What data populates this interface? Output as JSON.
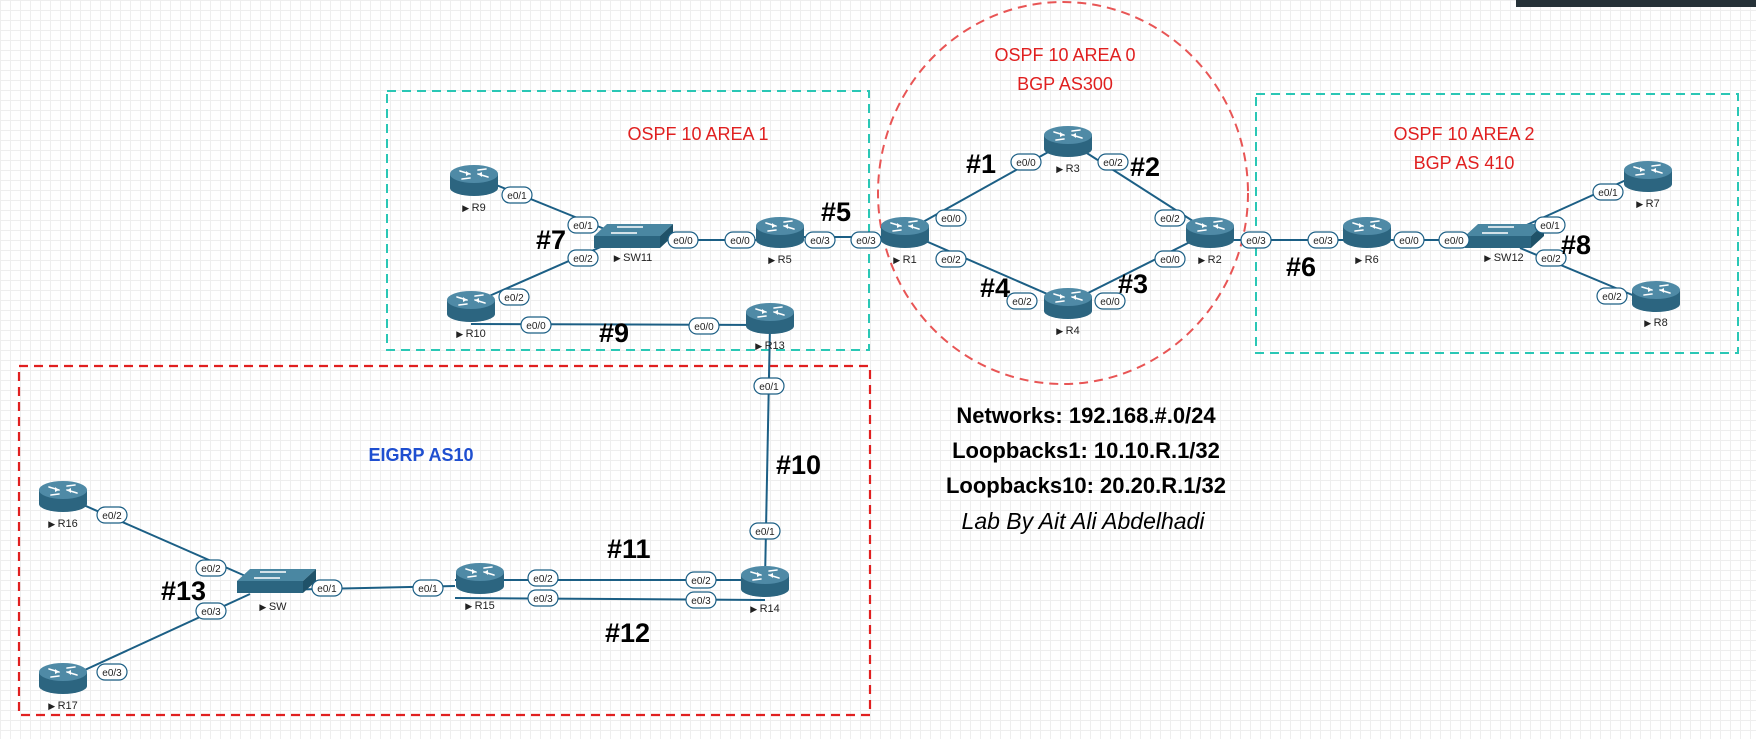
{
  "areas": {
    "area0_line1": "OSPF 10 AREA 0",
    "area0_line2": "BGP AS300",
    "area1": "OSPF 10 AREA 1",
    "area2_line1": "OSPF 10 AREA 2",
    "area2_line2": "BGP AS 410",
    "eigrp": "EIGRP AS10"
  },
  "colors": {
    "area_red": "#e02020",
    "eigrp_blue": "#1f4fd0",
    "teal": "#2ac7b5",
    "link": "#1c5f85",
    "router_top": "#4f8aa6",
    "router_side": "#2c6580",
    "switch_top": "#4a87a2",
    "switch_side": "#2b6580"
  },
  "devices": {
    "r1": "R1",
    "r2": "R2",
    "r3": "R3",
    "r4": "R4",
    "r5": "R5",
    "r6": "R6",
    "r7": "R7",
    "r8": "R8",
    "r9": "R9",
    "r10": "R10",
    "r13": "R13",
    "r14": "R14",
    "r15": "R15",
    "r16": "R16",
    "r17": "R17",
    "sw11": "SW11",
    "sw12": "SW12",
    "sw": "SW"
  },
  "links": {
    "l1": "#1",
    "l2": "#2",
    "l3": "#3",
    "l4": "#4",
    "l5": "#5",
    "l6": "#6",
    "l7": "#7",
    "l8": "#8",
    "l9": "#9",
    "l10": "#10",
    "l11": "#11",
    "l12": "#12",
    "l13": "#13"
  },
  "ports": {
    "e00": "e0/0",
    "e01": "e0/1",
    "e02": "e0/2",
    "e03": "e0/3"
  },
  "notes": {
    "networks": "Networks: 192.168.#.0/24",
    "loopbacks1": "Loopbacks1: 10.10.R.1/32",
    "loopbacks10": "Loopbacks10: 20.20.R.1/32",
    "author": "Lab By Ait Ali Abdelhadi"
  }
}
